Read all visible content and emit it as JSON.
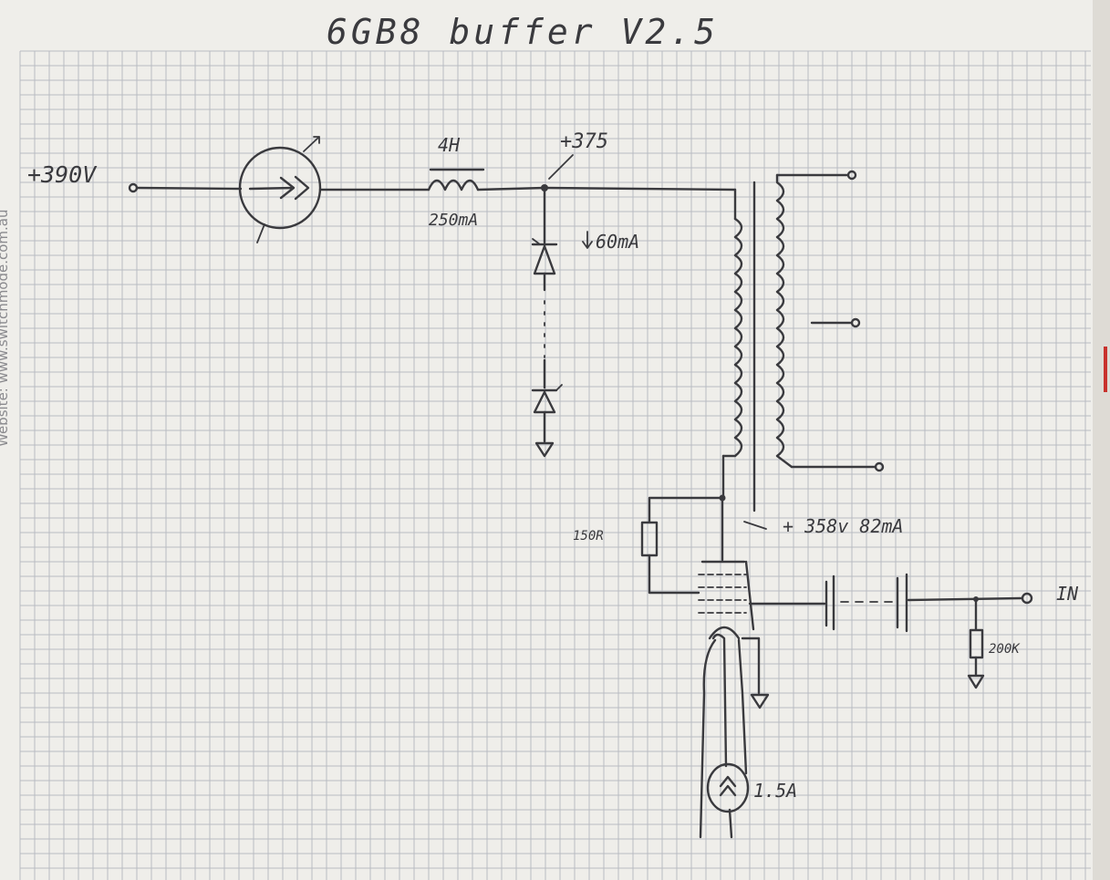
{
  "title": "6GB8 buffer V2.5",
  "side_text": "Website: www.switchmode.com.au",
  "labels": {
    "supply_voltage": "+390V",
    "choke_inductance": "4H",
    "choke_current": "250mA",
    "node_voltage": "+375",
    "zener_current": "60mA",
    "cathode_resistor": "150R",
    "plate_operating_point": "+ 358v 82mA",
    "input": "IN",
    "grid_resistor": "200K",
    "heater_current": "1.5A"
  },
  "colors": {
    "paper": "#efeeea",
    "grid_line": "#b9bcc2",
    "ink": "#3a3a3e",
    "background": "#d9d6cf",
    "margin_accent": "#c8322d"
  }
}
